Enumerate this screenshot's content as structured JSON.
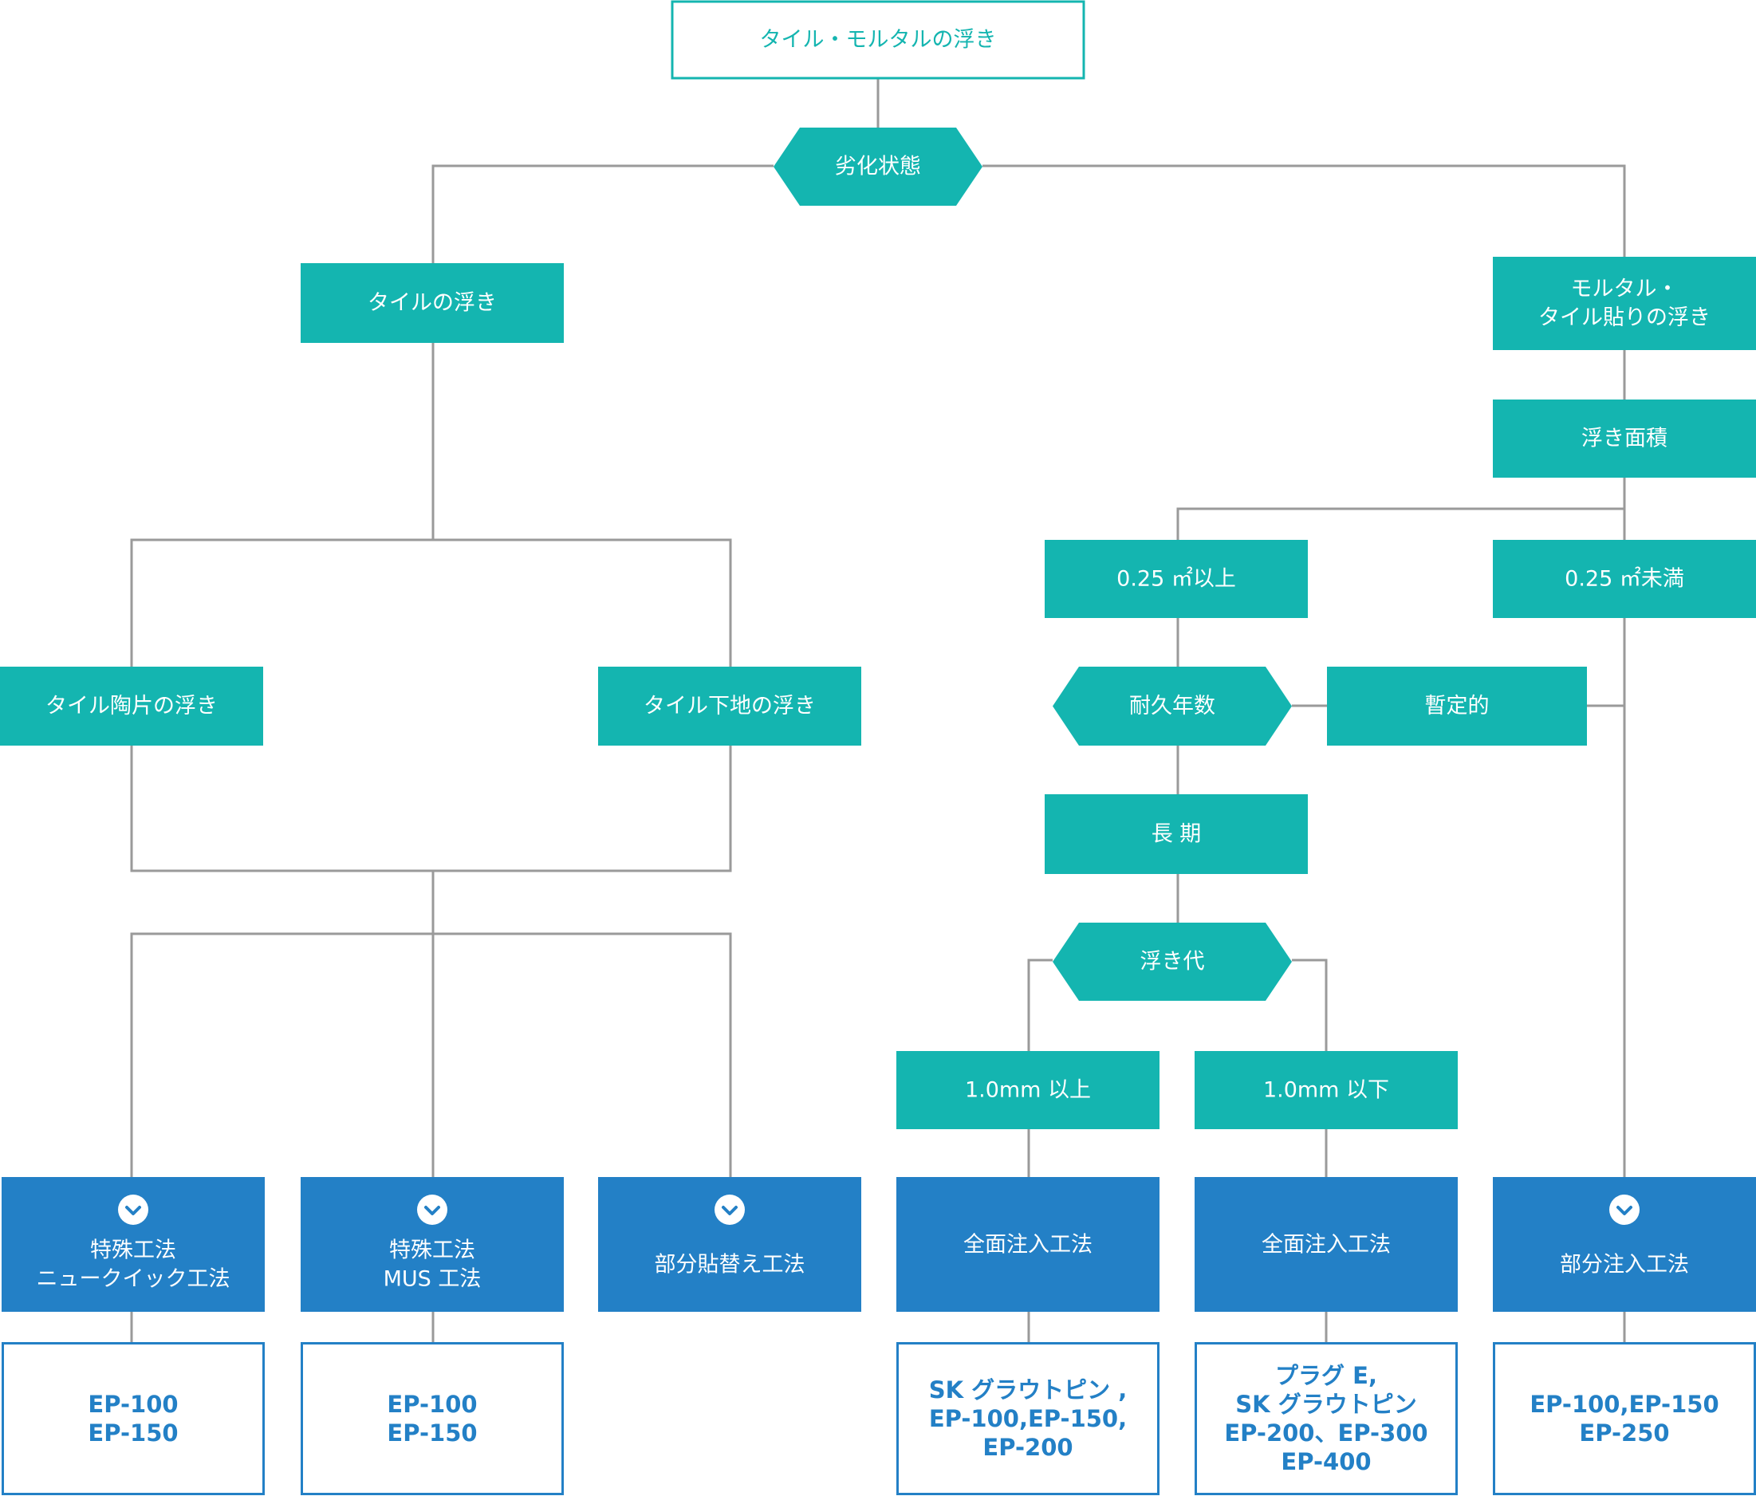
{
  "colors": {
    "teal": "#14b5b0",
    "blue": "#2380c6",
    "line": "#9a9a9a",
    "white": "#ffffff",
    "title_text": "#14b5b0",
    "result_text": "#2380c6"
  },
  "nodes": {
    "root": "タイル・モルタルの浮き",
    "deterioration": "劣化状態",
    "tile_float": "タイルの浮き",
    "mortar_float": [
      "モルタル・",
      "タイル貼りの浮き"
    ],
    "float_area": "浮き面積",
    "area_large": "0.25 ㎡以上",
    "area_small": "0.25 ㎡未満",
    "tile_piece_float": "タイル陶片の浮き",
    "tile_base_float": "タイル下地の浮き",
    "durability": "耐久年数",
    "temporary": "暫定的",
    "long_term": "長 期",
    "float_gap": "浮き代",
    "gap_large": "1.0mm 以上",
    "gap_small": "1.0mm 以下"
  },
  "methods": {
    "special_nyuquick": [
      "特殊工法",
      "ニュークイック工法"
    ],
    "special_mus": [
      "特殊工法",
      "MUS 工法"
    ],
    "partial_replace": [
      "部分貼替え工法"
    ],
    "full_inject_1": [
      "全面注入工法"
    ],
    "full_inject_2": [
      "全面注入工法"
    ],
    "partial_inject": [
      "部分注入工法"
    ]
  },
  "icons": {
    "chevron": "chevron-down-icon"
  },
  "results": {
    "r1": [
      "EP-100",
      "EP-150"
    ],
    "r2": [
      "EP-100",
      "EP-150"
    ],
    "r4": [
      "SK グラウトピン ,",
      "EP-100,EP-150,",
      "EP-200"
    ],
    "r5": [
      "プラグ E,",
      "SK グラウトピン",
      "EP-200、EP-300",
      "EP-400"
    ],
    "r6": [
      "EP-100,EP-150",
      "EP-250"
    ]
  }
}
